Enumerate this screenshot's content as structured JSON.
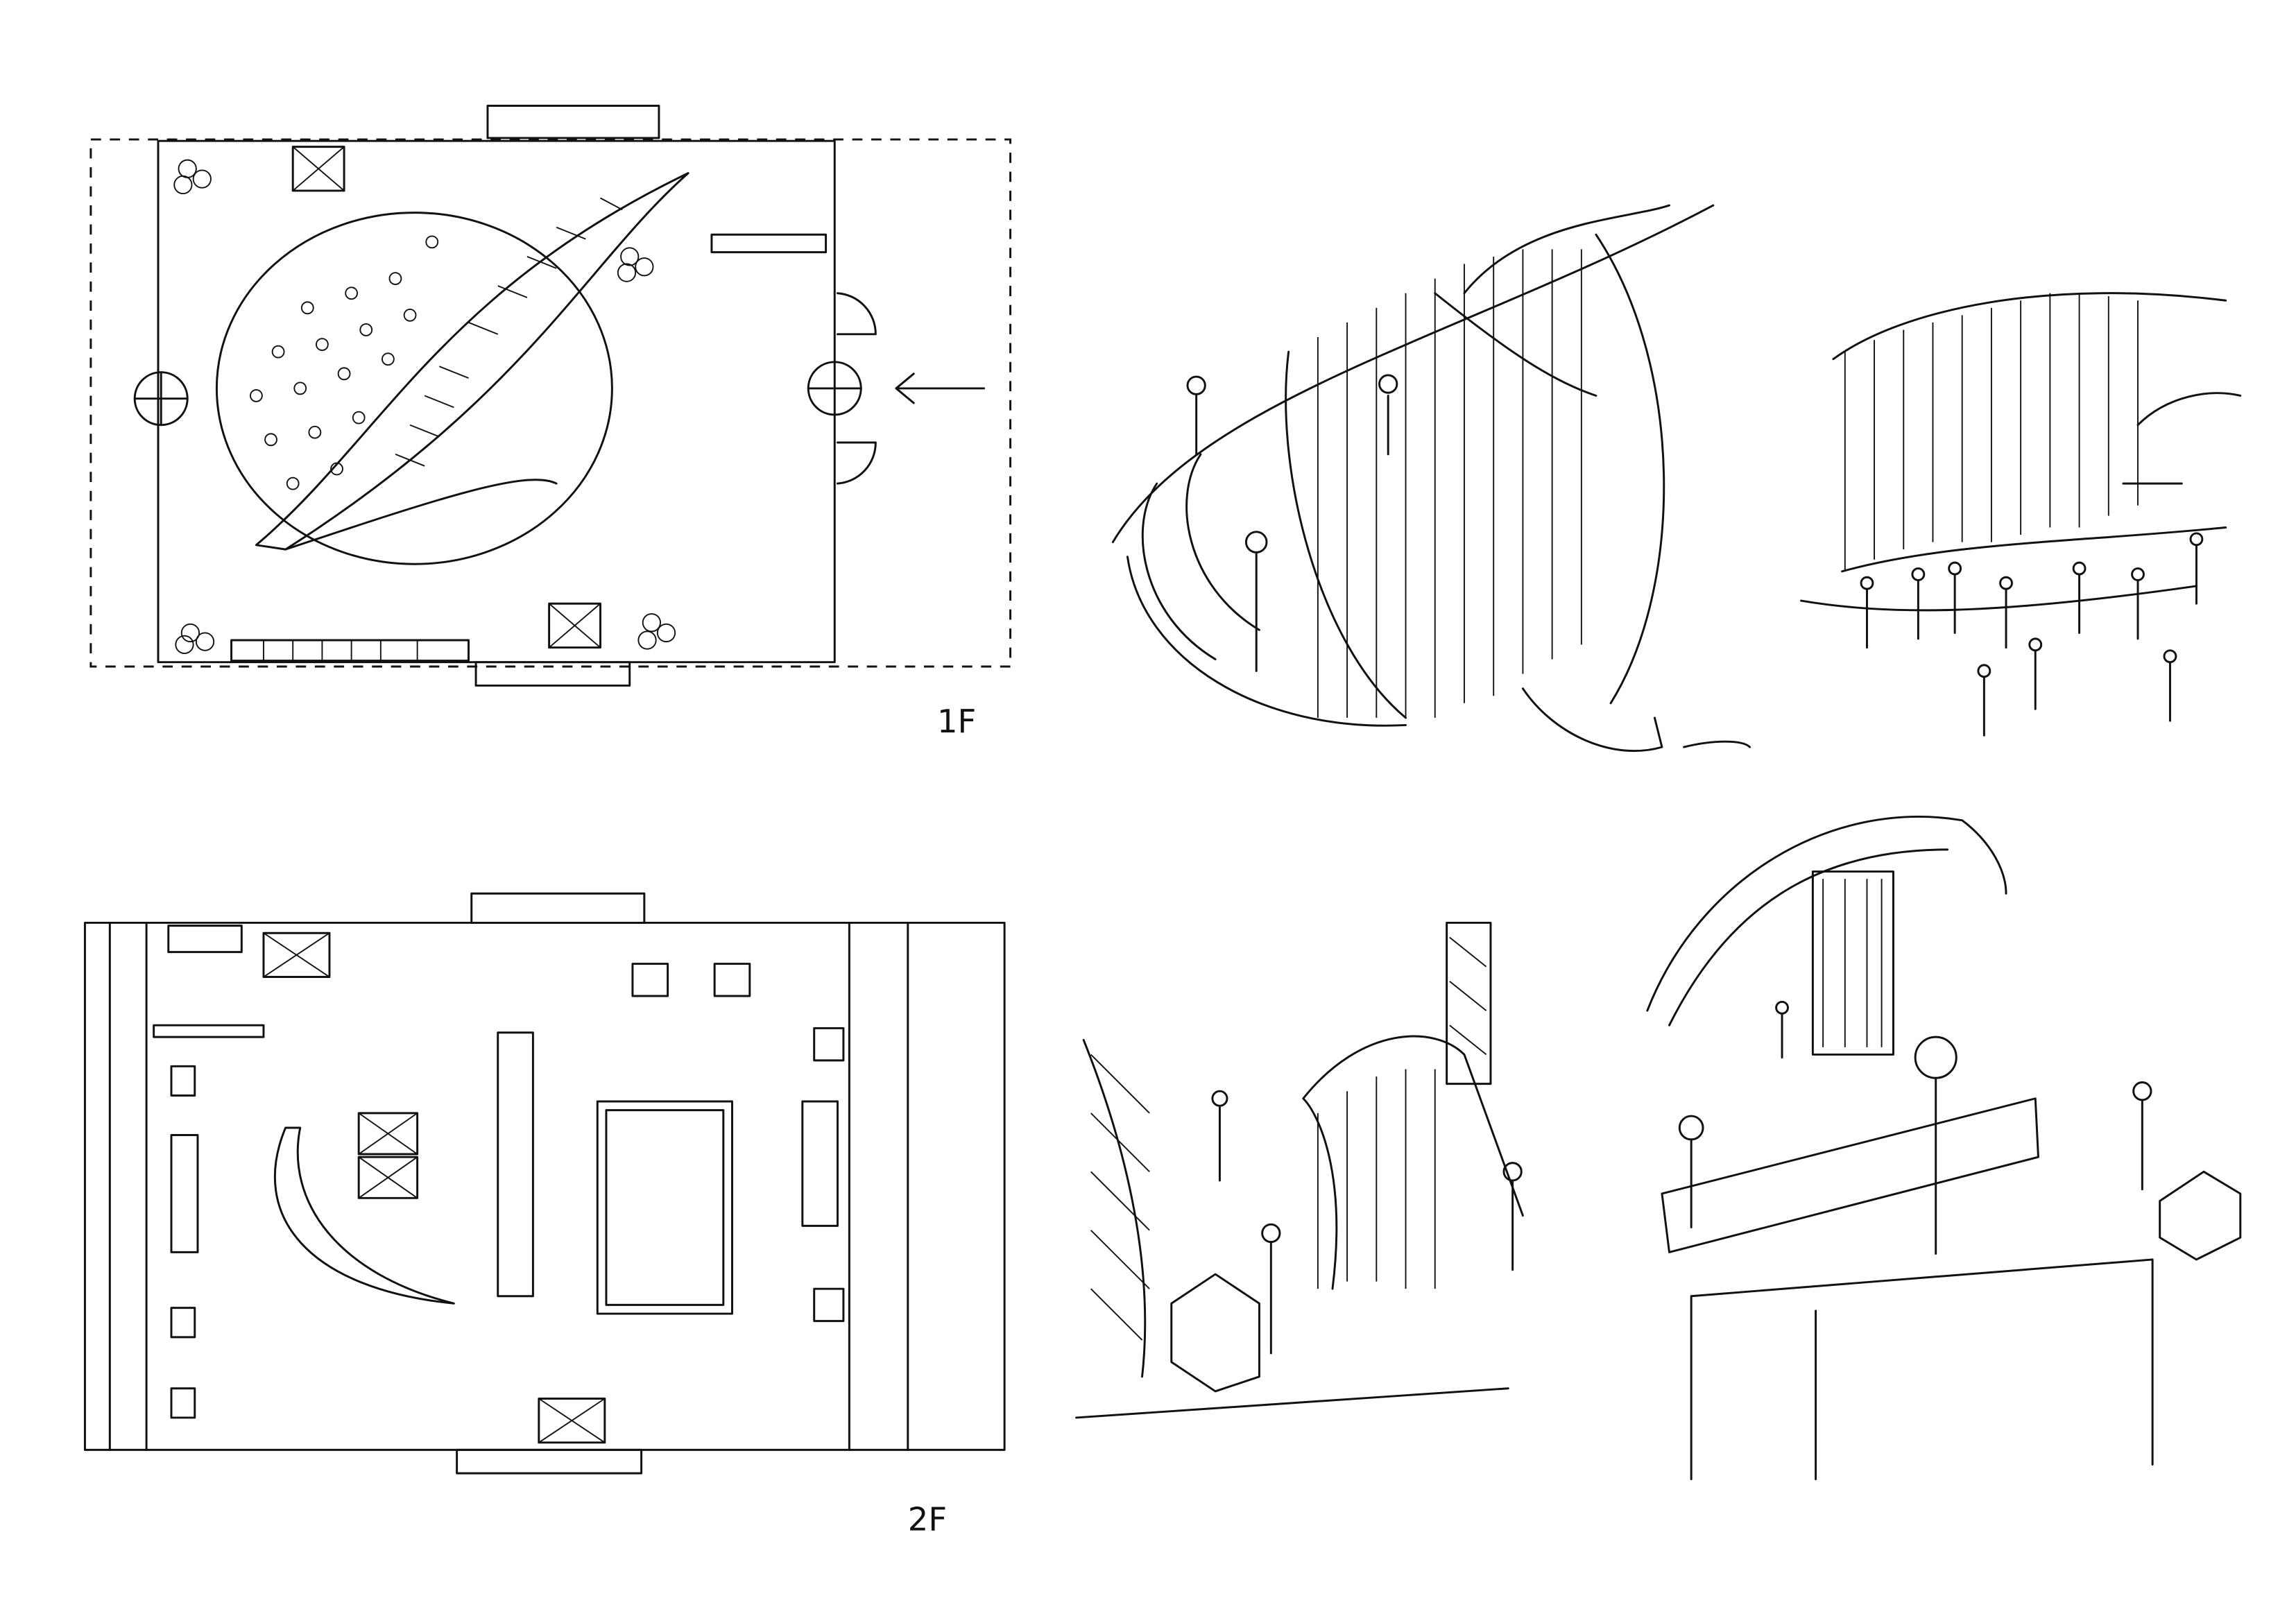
{
  "sheet": {
    "plans": [
      {
        "id": "first-floor",
        "label": "1F"
      },
      {
        "id": "second-floor",
        "label": "2F"
      }
    ],
    "perspectives": [
      "spiral-ramp-view",
      "curtain-wall-crowd-view",
      "ramp-and-tower-view",
      "balcony-view"
    ]
  }
}
